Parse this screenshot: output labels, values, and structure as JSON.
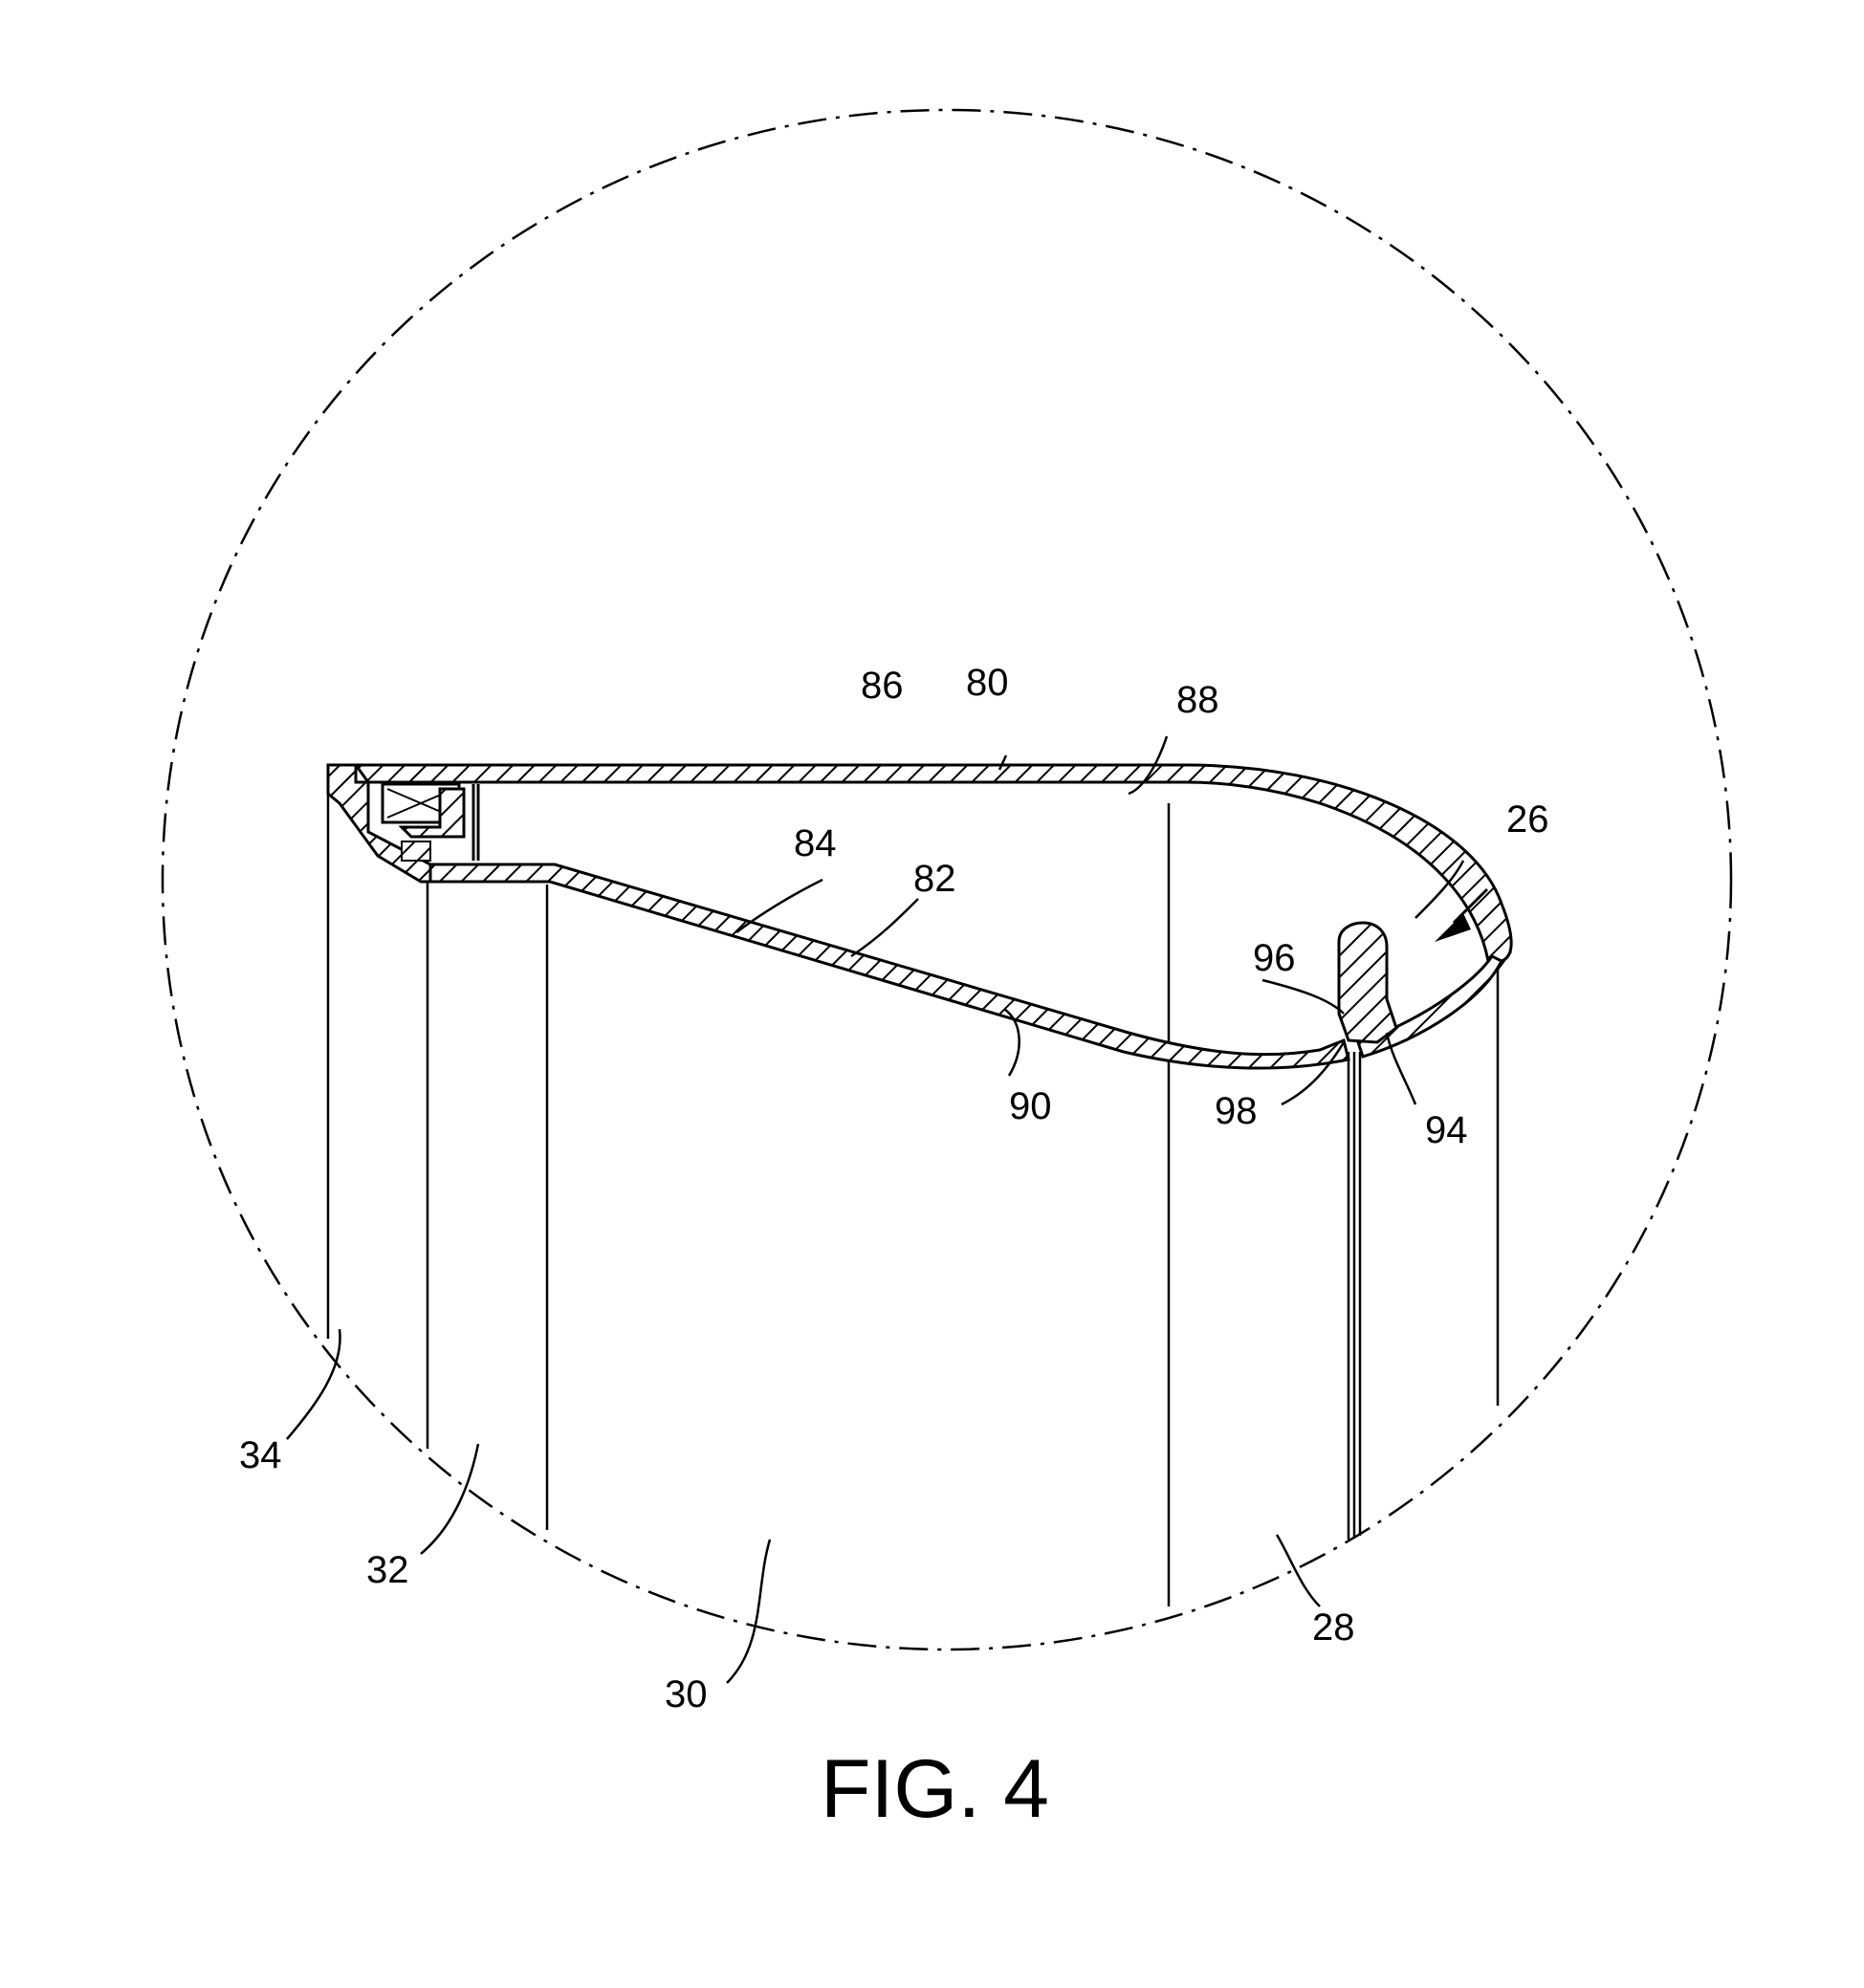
{
  "figure": {
    "title": "FIG. 4",
    "reference_numerals": {
      "r26": "26",
      "r28": "28",
      "r30": "30",
      "r32": "32",
      "r34": "34",
      "r80": "80",
      "r82": "82",
      "r84": "84",
      "r86": "86",
      "r88": "88",
      "r90": "90",
      "r94": "94",
      "r96": "96",
      "r98": "98"
    }
  }
}
